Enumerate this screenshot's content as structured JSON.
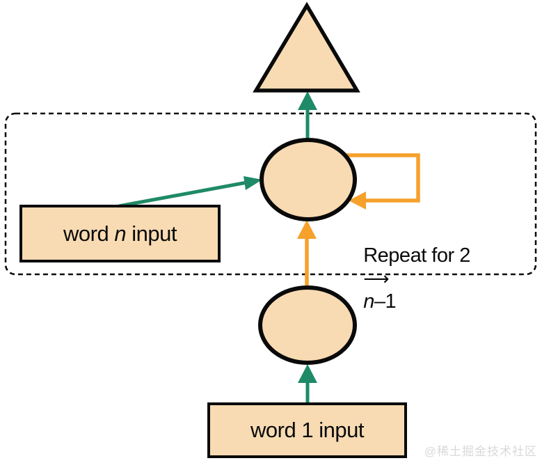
{
  "diagram": {
    "word_n_box": {
      "prefix": "word ",
      "var": "n",
      "suffix": " input"
    },
    "word_1_box": {
      "label": "word 1 input"
    },
    "repeat_label": {
      "prefix": "Repeat for 2",
      "arrow": "⟶",
      "var": "n",
      "suffix": "–1"
    }
  },
  "watermark": {
    "text": "@稀土掘金技术社区"
  },
  "colors": {
    "peach": "#F8DBB3",
    "green": "#1F8A67",
    "orange": "#F5A12B",
    "outline": "#0A0A0A",
    "watermark": "#D9D9D9"
  }
}
